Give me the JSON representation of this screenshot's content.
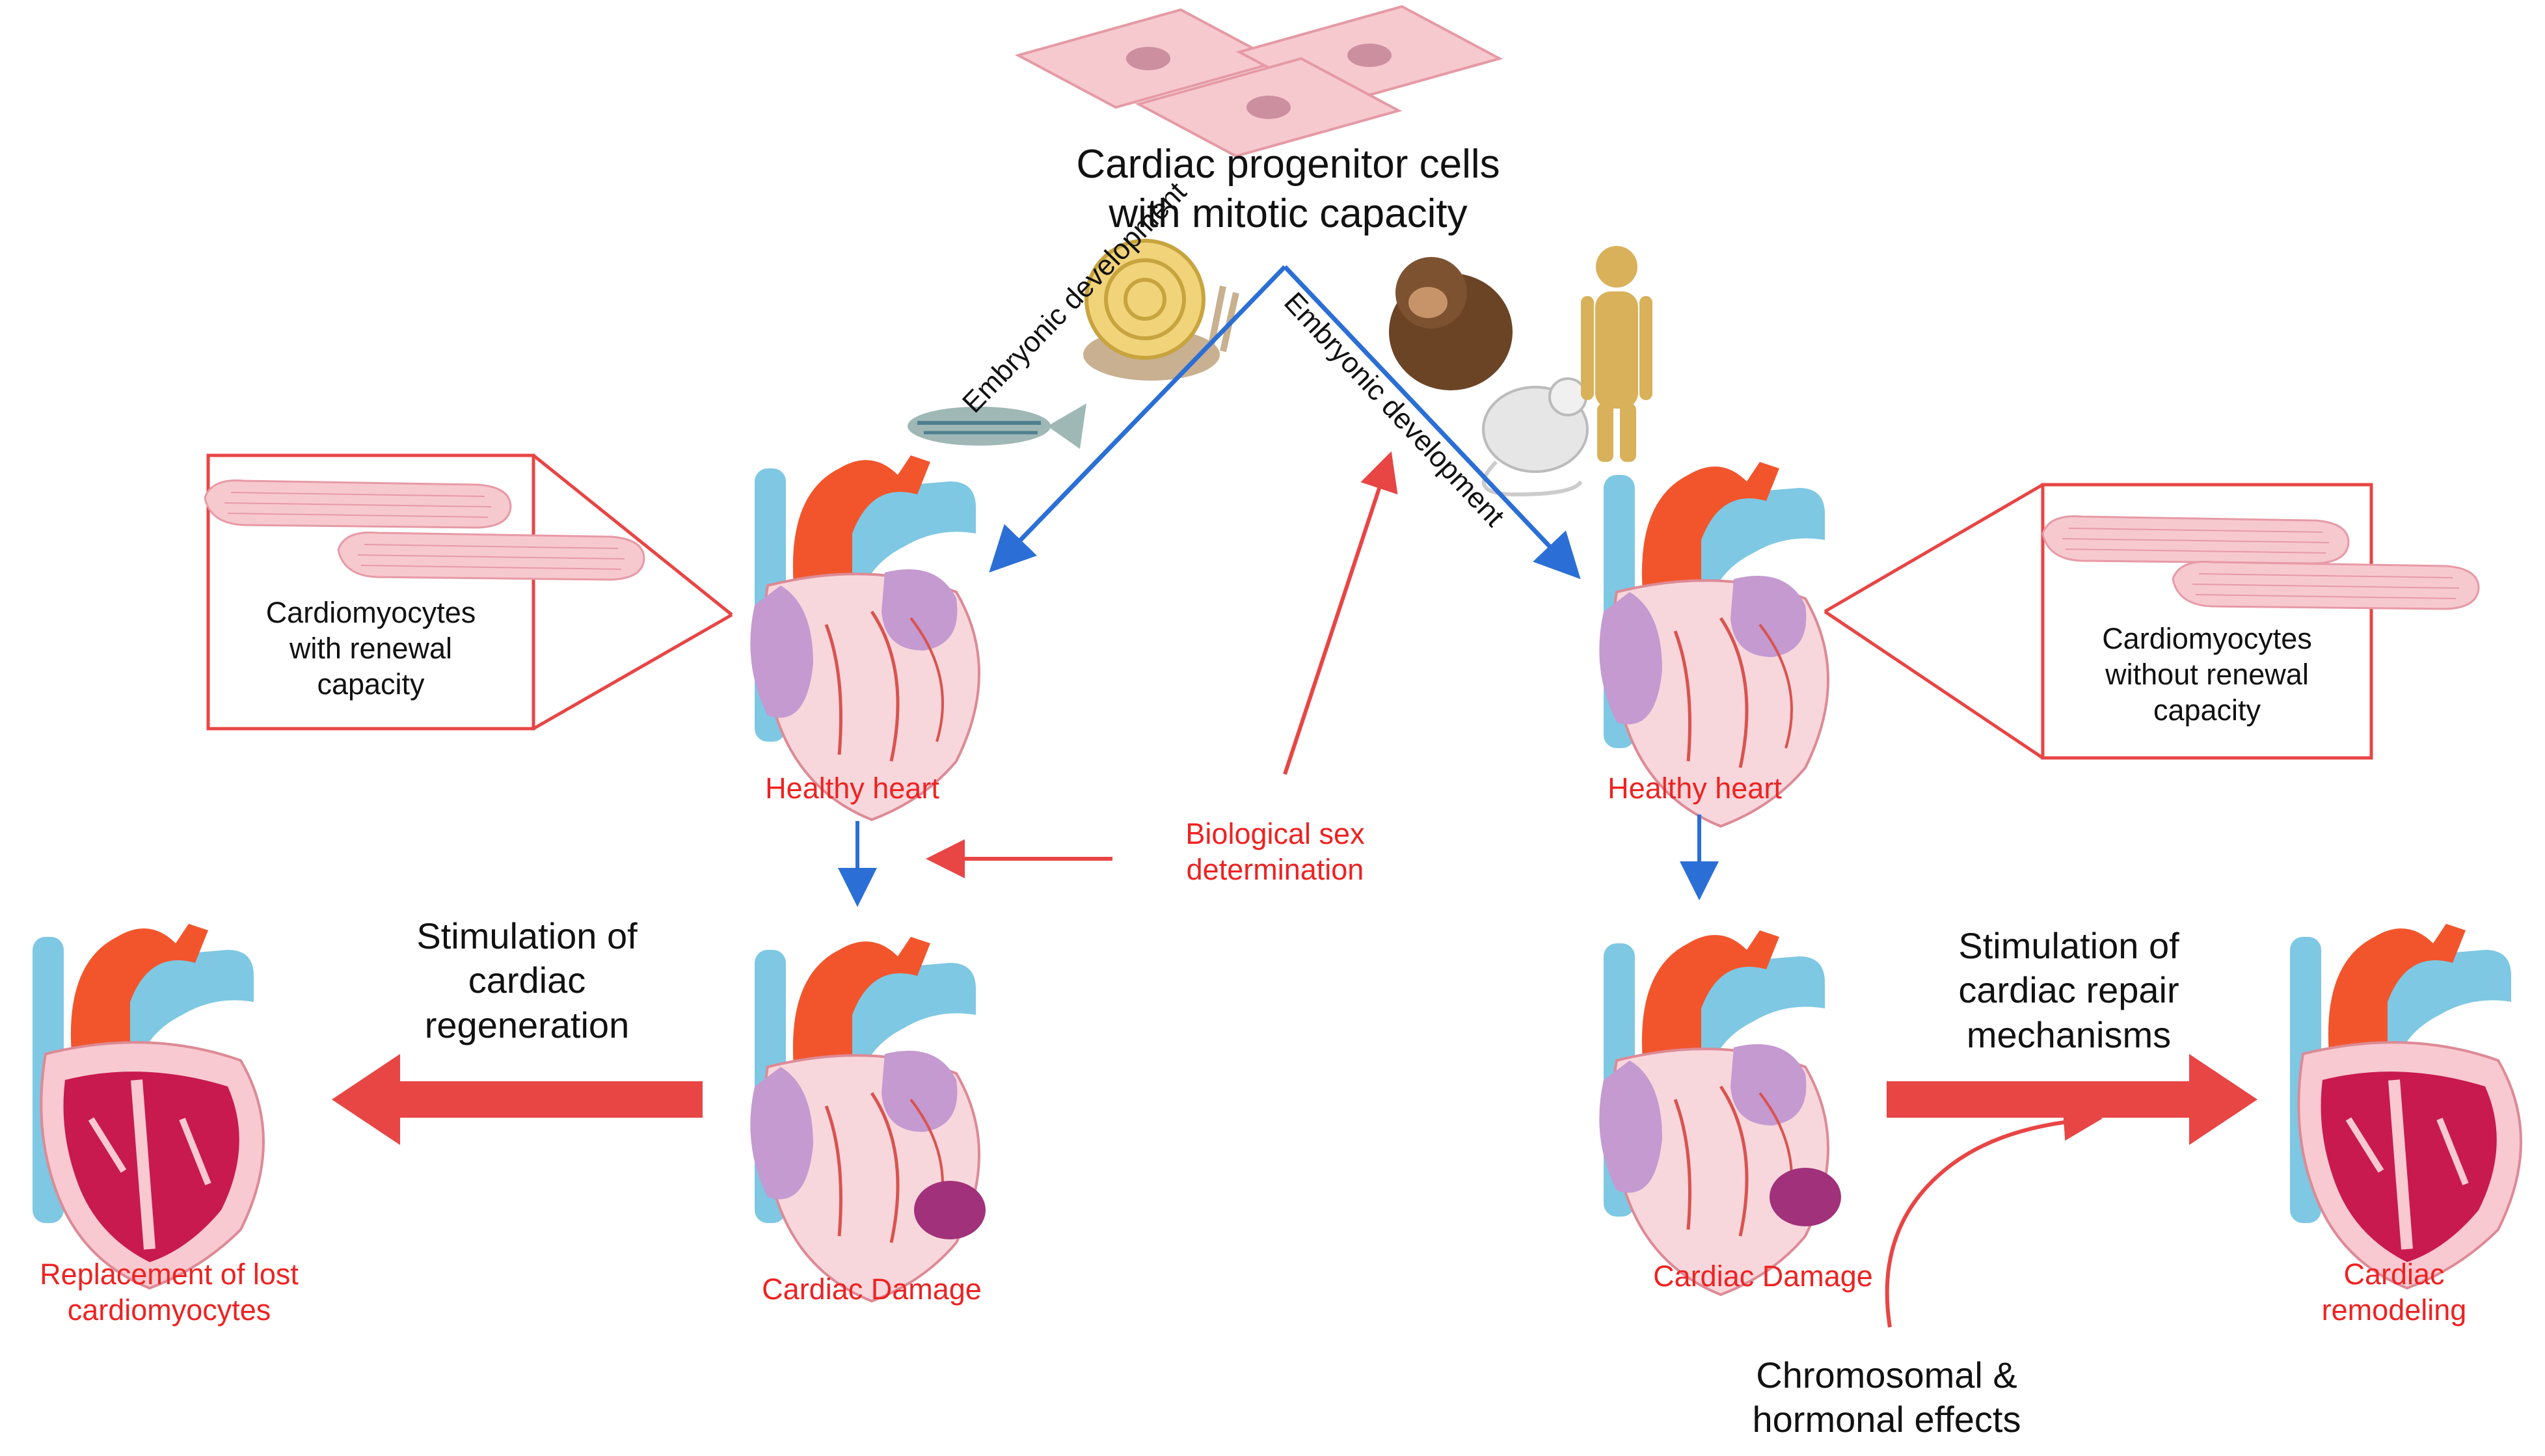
{
  "top_title": {
    "line1": "Cardiac progenitor cells",
    "line2": "with mitotic capacity"
  },
  "branches": {
    "left_label": "Embryonic development",
    "right_label": "Embryonic development"
  },
  "left_panel": {
    "inset_line1": "Cardiomyocytes",
    "inset_line2": "with renewal",
    "inset_line3": "capacity",
    "healthy_label": "Healthy heart",
    "damage_label": "Cardiac Damage",
    "stimulation_line1": "Stimulation of",
    "stimulation_line2": "cardiac",
    "stimulation_line3": "regeneration",
    "outcome_line1": "Replacement of lost",
    "outcome_line2": "cardiomyocytes"
  },
  "right_panel": {
    "inset_line1": "Cardiomyocytes",
    "inset_line2": "without renewal",
    "inset_line3": "capacity",
    "healthy_label": "Healthy heart",
    "damage_label": "Cardiac Damage",
    "stimulation_line1": "Stimulation of",
    "stimulation_line2": "cardiac repair",
    "stimulation_line3": "mechanisms",
    "outcome_line1": "Cardiac",
    "outcome_line2": "remodeling"
  },
  "center": {
    "sex_line1": "Biological sex",
    "sex_line2": "determination",
    "effects_line1": "Chromosomal &",
    "effects_line2": "hormonal effects"
  },
  "colors": {
    "red_text": "#ee2222",
    "blue_arrow": "#2b6fd6",
    "red_arrow": "#e84545",
    "aorta": "#f2552c",
    "vessel_blue": "#7ec8e3",
    "atrium_purple": "#c49ad1",
    "ventricle_pink": "#f8d7dc",
    "cell_pink": "#f6c9cf"
  },
  "icons": [
    "culture-dish-icon",
    "snail-icon",
    "zebrafish-icon",
    "monkey-icon",
    "mouse-icon",
    "human-body-icon",
    "heart-icon"
  ]
}
